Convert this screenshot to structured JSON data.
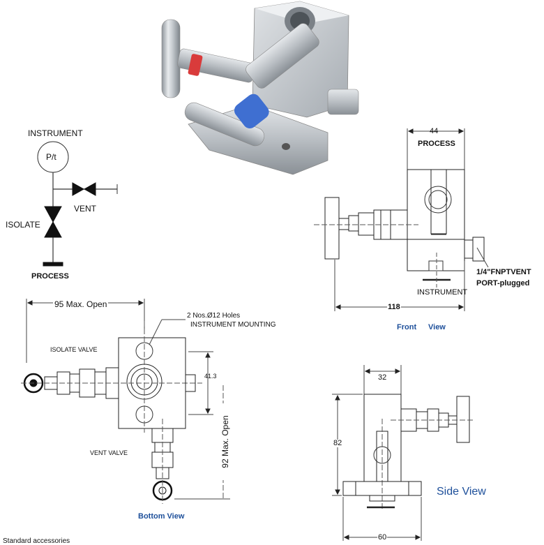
{
  "schematic": {
    "instrument": "INSTRUMENT",
    "gauge": "P/t",
    "vent": "VENT",
    "isolate": "ISOLATE",
    "process": "PROCESS"
  },
  "front_view": {
    "dim_top": "44",
    "process": "PROCESS",
    "instrument": "INSTRUMENT",
    "vent_port_line1": "1/4\"FNPTVENT",
    "vent_port_line2": "PORT-plugged",
    "dim_bottom": "118",
    "caption_word1": "Front",
    "caption_word2": "View"
  },
  "bottom_view": {
    "dim_open": "95 Max. Open",
    "holes_line1": "2 Nos.Ø12 Holes",
    "holes_line2": "INSTRUMENT MOUNTING",
    "isolate_valve": "ISOLATE VALVE",
    "vent_valve": "VENT VALVE",
    "dim_41": "41.3",
    "dim_92": "92 Max. Open",
    "caption": "Bottom View"
  },
  "side_view": {
    "dim_32": "32",
    "dim_82": "82",
    "dim_60": "60",
    "caption": "Side View"
  },
  "footer_text": "Standard accessories"
}
